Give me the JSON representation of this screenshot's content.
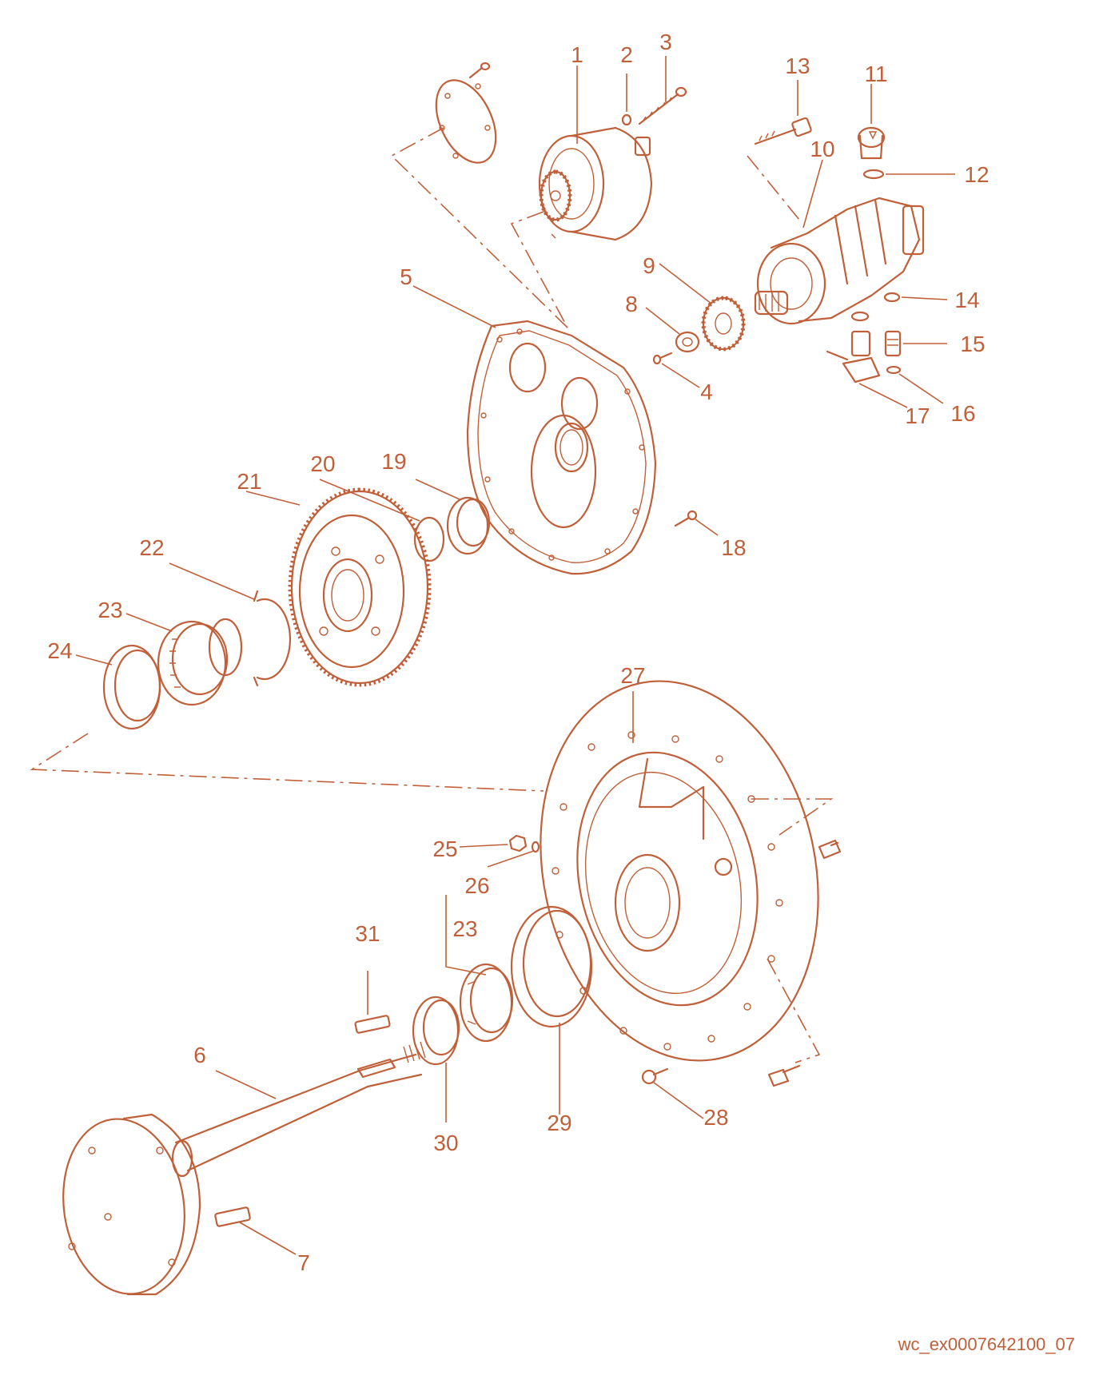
{
  "diagram": {
    "accent_color": "#c0603a",
    "callouts": [
      {
        "id": "c1",
        "label": "1"
      },
      {
        "id": "c2",
        "label": "2"
      },
      {
        "id": "c3",
        "label": "3"
      },
      {
        "id": "c4",
        "label": "4"
      },
      {
        "id": "c5",
        "label": "5"
      },
      {
        "id": "c6",
        "label": "6"
      },
      {
        "id": "c7",
        "label": "7"
      },
      {
        "id": "c8",
        "label": "8"
      },
      {
        "id": "c9",
        "label": "9"
      },
      {
        "id": "c10",
        "label": "10"
      },
      {
        "id": "c11",
        "label": "11"
      },
      {
        "id": "c12",
        "label": "12"
      },
      {
        "id": "c13",
        "label": "13"
      },
      {
        "id": "c14",
        "label": "14"
      },
      {
        "id": "c15",
        "label": "15"
      },
      {
        "id": "c16",
        "label": "16"
      },
      {
        "id": "c17",
        "label": "17"
      },
      {
        "id": "c18",
        "label": "18"
      },
      {
        "id": "c19",
        "label": "19"
      },
      {
        "id": "c20",
        "label": "20"
      },
      {
        "id": "c21",
        "label": "21"
      },
      {
        "id": "c22",
        "label": "22"
      },
      {
        "id": "c23a",
        "label": "23"
      },
      {
        "id": "c23b",
        "label": "23"
      },
      {
        "id": "c24",
        "label": "24"
      },
      {
        "id": "c25",
        "label": "25"
      },
      {
        "id": "c26",
        "label": "26"
      },
      {
        "id": "c27",
        "label": "27"
      },
      {
        "id": "c28",
        "label": "28"
      },
      {
        "id": "c29",
        "label": "29"
      },
      {
        "id": "c30",
        "label": "30"
      },
      {
        "id": "c31",
        "label": "31"
      }
    ],
    "document_id": "wc_ex0007642100_07"
  }
}
